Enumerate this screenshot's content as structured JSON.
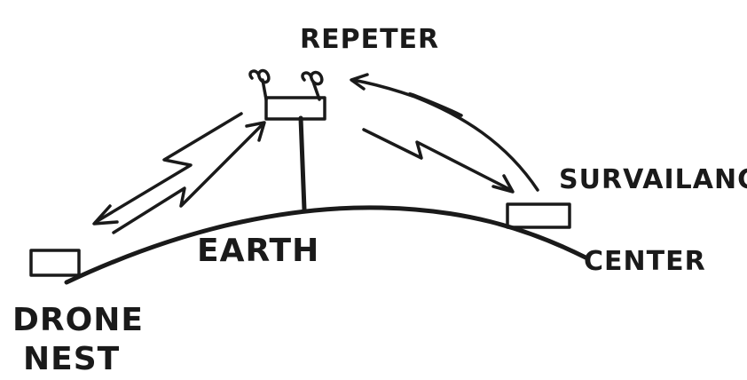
{
  "diagram": {
    "labels": {
      "repeater": "REPETER",
      "surveillance": "SURVAILANCE",
      "center": "CENTER",
      "earth": "EARTH",
      "drone_nest_line1": "DRONE",
      "drone_nest_line2": "NEST"
    },
    "colors": {
      "ink": "#1a1a1a",
      "background": "#ffffff"
    }
  }
}
